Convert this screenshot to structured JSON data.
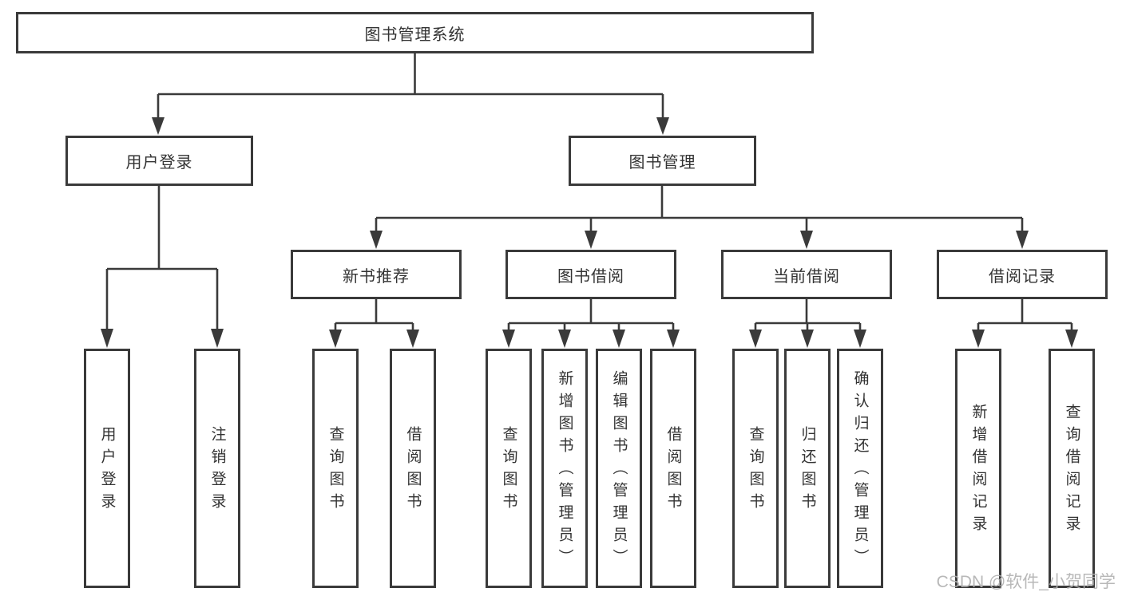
{
  "nodes": {
    "root": "图书管理系统",
    "level2": {
      "user_login": "用户登录",
      "book_mgmt": "图书管理"
    },
    "level3": {
      "new_books": "新书推荐",
      "book_borrow": "图书借阅",
      "current_borrow": "当前借阅",
      "borrow_records": "借阅记录"
    },
    "leaves": {
      "user_login": [
        "用户登录",
        "注销登录"
      ],
      "new_books": [
        "查询图书",
        "借阅图书"
      ],
      "book_borrow": [
        "查询图书",
        "新增图书（管理员）",
        "编辑图书（管理员）",
        "借阅图书"
      ],
      "current_borrow": [
        "查询图书",
        "归还图书",
        "确认归还（管理员）"
      ],
      "borrow_records": [
        "新增借阅记录",
        "查询借阅记录"
      ]
    }
  },
  "watermark": "CSDN @软件_小贺同学",
  "colors": {
    "line": "#3a3a3a",
    "text": "#333333",
    "watermark": "#b2b2b2",
    "background": "#ffffff"
  }
}
